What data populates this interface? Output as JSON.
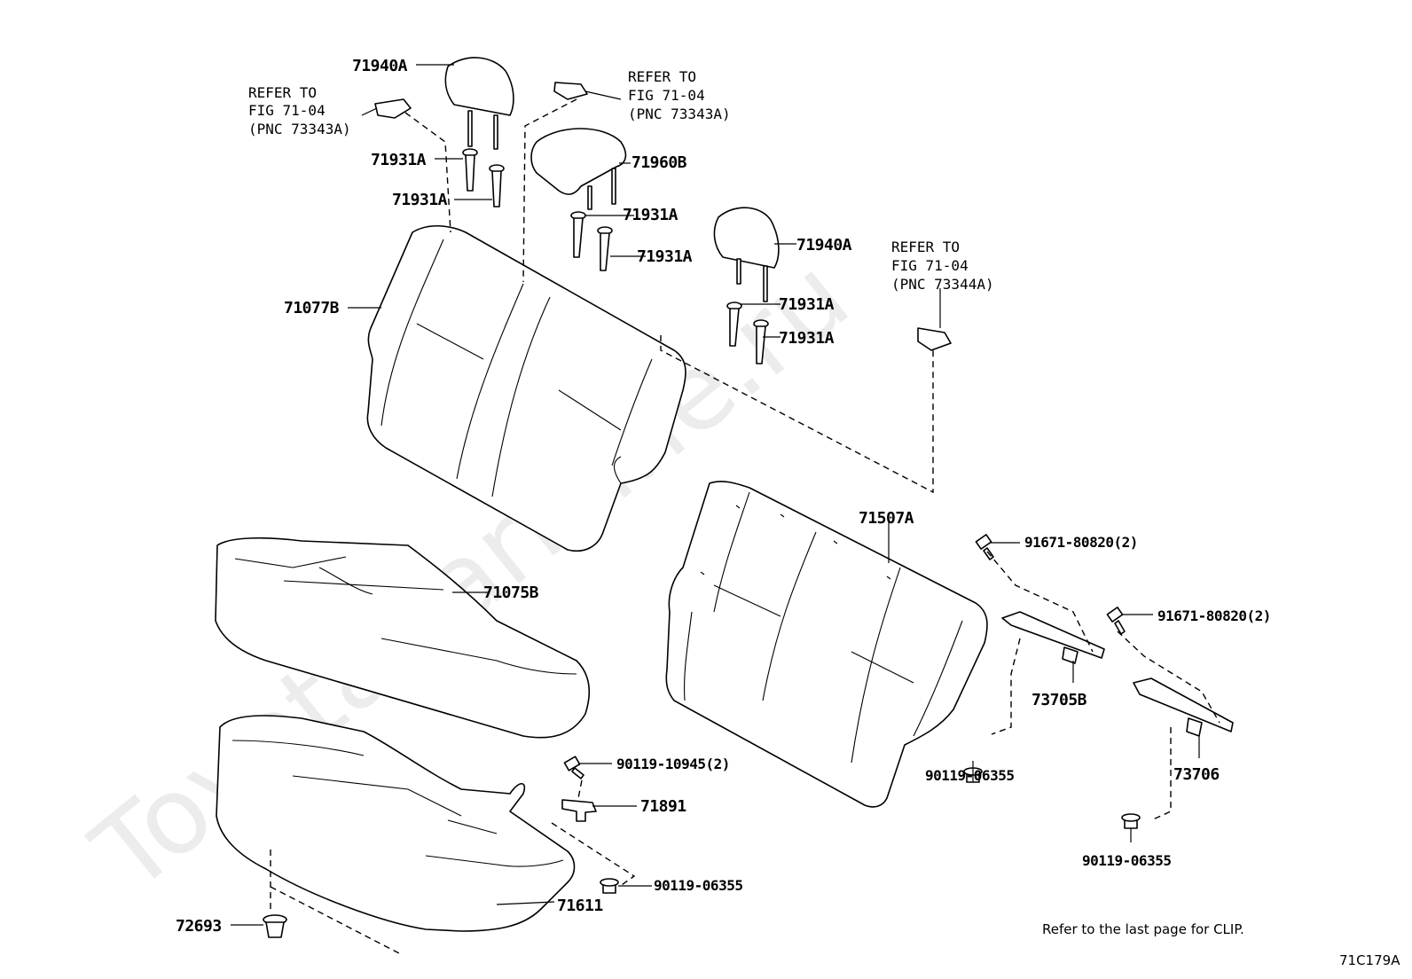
{
  "diagram": {
    "watermark": "ToyotaCarMine.ru",
    "figure_code": "71C179A",
    "note": "Refer to the last page for CLIP.",
    "refs": [
      {
        "id": "ref-left",
        "lines": [
          "REFER TO",
          "FIG 71-04",
          "(PNC 73343A)"
        ]
      },
      {
        "id": "ref-center",
        "lines": [
          "REFER TO",
          "FIG 71-04",
          "(PNC 73343A)"
        ]
      },
      {
        "id": "ref-right",
        "lines": [
          "REFER TO",
          "FIG 71-04",
          "(PNC 73344A)"
        ]
      }
    ],
    "labels": {
      "headrest_left": "71940A",
      "headrest_center": "71960B",
      "headrest_right": "71940A",
      "guide_l1": "71931A",
      "guide_l2": "71931A",
      "guide_c1": "71931A",
      "guide_c2": "71931A",
      "guide_r1": "71931A",
      "guide_r2": "71931A",
      "seatback_cover": "71077B",
      "seatback_pad": "71507A",
      "cushion_cover": "71075B",
      "cushion_pad": "71611",
      "bolt_upper_1": "91671-80820(2)",
      "bolt_upper_2": "91671-80820(2)",
      "hinge_left": "73705B",
      "hinge_right": "73706",
      "bolt_hinge_left": "90119-06355",
      "bolt_hinge_right": "90119-06355",
      "bolt_cushion": "90119-10945(2)",
      "hook": "71891",
      "bolt_hook": "90119-06355",
      "clip": "72693"
    }
  }
}
